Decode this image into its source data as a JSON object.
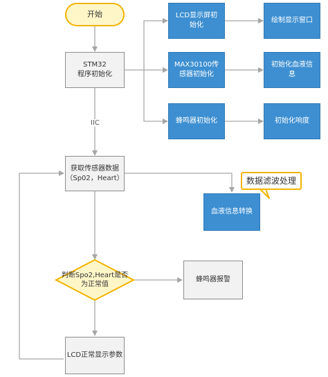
{
  "nodes": {
    "start": "开始",
    "stm32_line1": "STM32",
    "stm32_line2": "程序初始化",
    "lcd_init_line1": "LCD显示屏初",
    "lcd_init_line2": "始化",
    "max_init_line1": "MAX30100传",
    "max_init_line2": "感器初始化",
    "buzzer_init": "蜂鸣器初始化",
    "draw_window": "绘制显示窗口",
    "blood_init_line1": "初始化血液信",
    "blood_init_line2": "息",
    "init_response": "初始化响度",
    "get_data_line1": "获取传感器数据",
    "get_data_line2": "（Sp02，Heart）",
    "blood_convert": "血液信息转换",
    "filter_callout": "数据滤波处理",
    "decision_line1": "判断Spo2,Heart是否",
    "decision_line2": "为正常值",
    "buzzer_alarm": "蜂鸣器报警",
    "lcd_display": "LCD正常显示参数"
  },
  "edge_labels": {
    "iic": "IIC"
  },
  "colors": {
    "process_fill": "#f2f2f2",
    "process_border": "#8c8c8c",
    "init_fill": "#3d8fd1",
    "start_border": "#f2b300",
    "start_fill": "#fff6c8",
    "arrow": "#a6a6a6"
  }
}
